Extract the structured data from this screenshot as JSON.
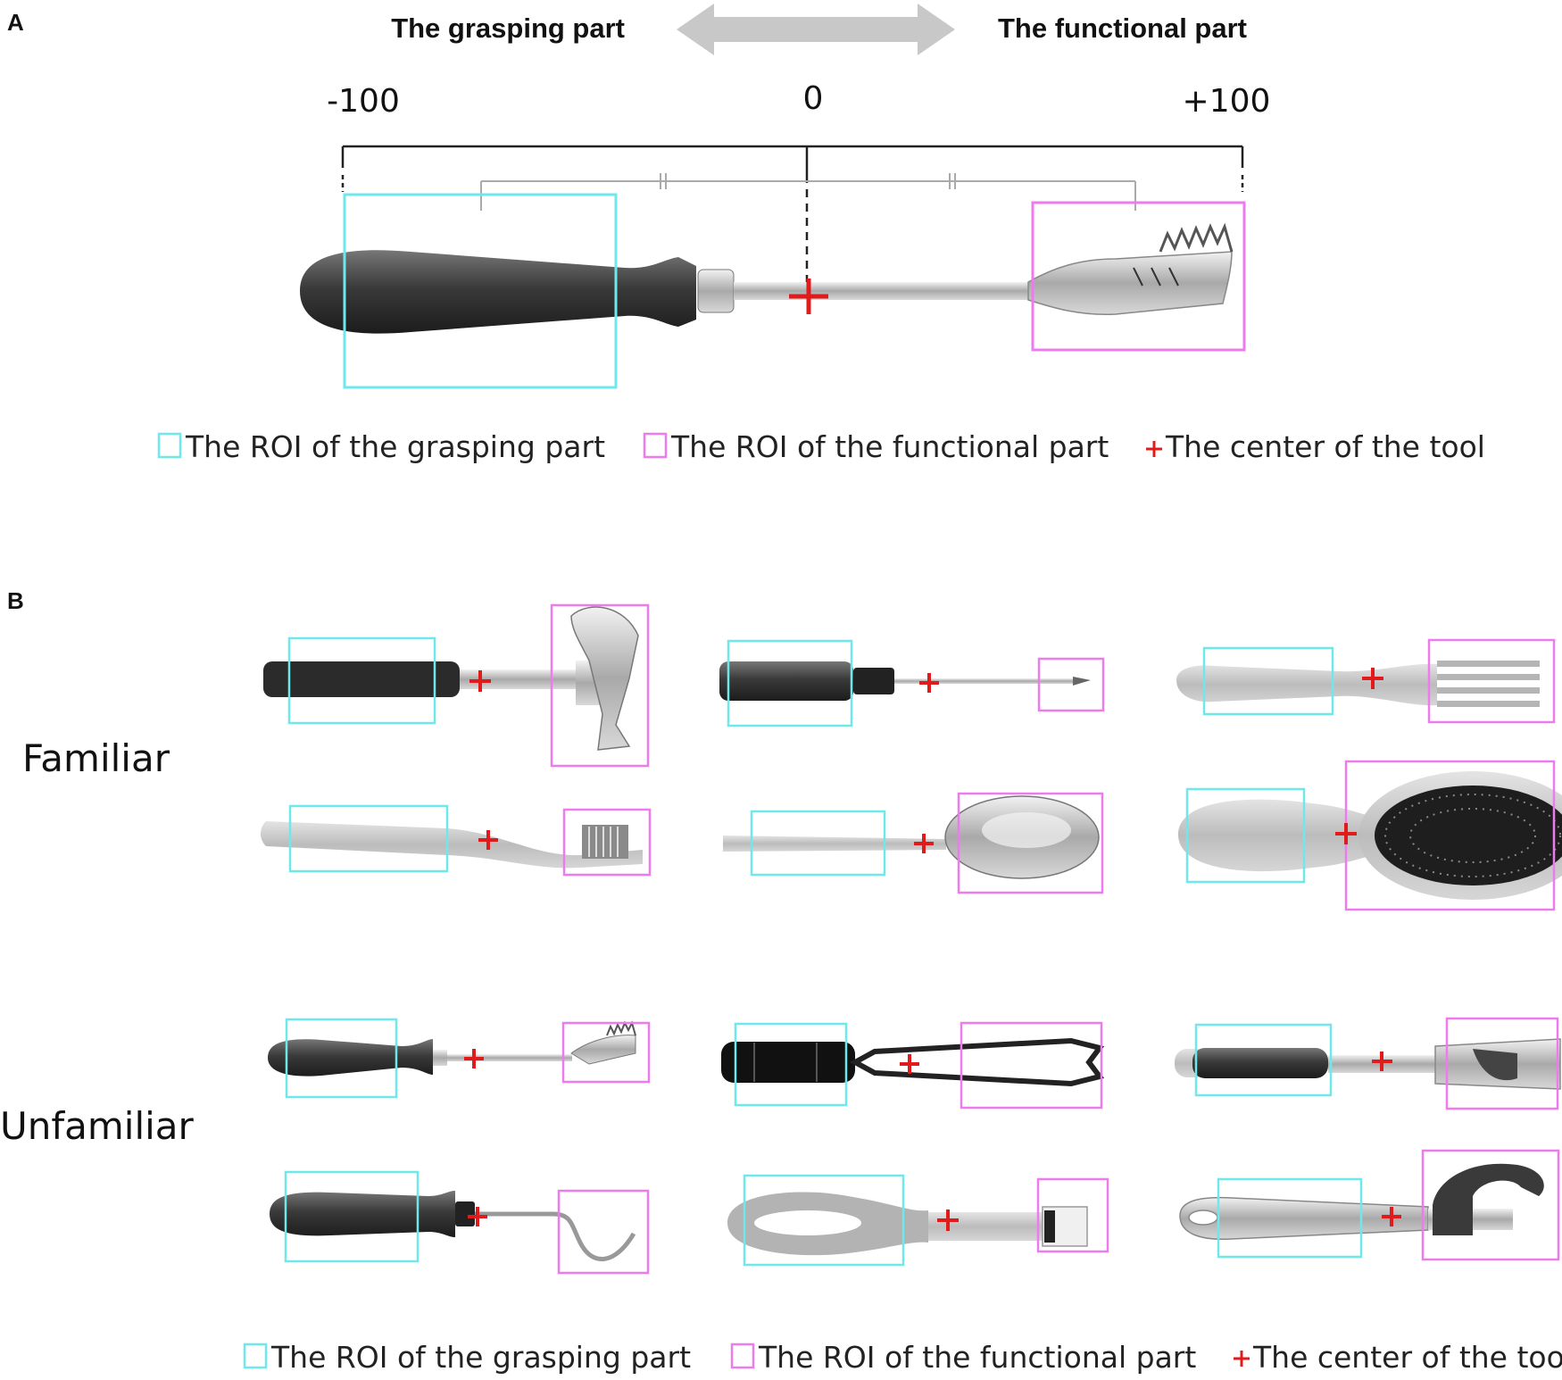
{
  "panelA": {
    "letter": "A",
    "left_header": "The grasping part",
    "right_header": "The functional part",
    "scale": {
      "min": "-100",
      "center": "0",
      "max": "+100"
    }
  },
  "panelB": {
    "letter": "B",
    "row_familiar": "Familiar",
    "row_unfamiliar": "Unfamiliar"
  },
  "legend": {
    "grasp": "The ROI of the grasping part",
    "func": "The ROI of the functional part",
    "center": "The center of the tool"
  },
  "colors": {
    "grasp_roi": "#6fe8ec",
    "func_roi": "#ee7bee",
    "center": "#e01b1b",
    "arrow": "#c8c8c8"
  },
  "tools": {
    "familiar": [
      "hammer",
      "screwdriver",
      "fork",
      "toothbrush",
      "spoon",
      "hairbrush"
    ],
    "unfamiliar": [
      "serrated-scoop",
      "tongs",
      "zester",
      "hook-pick",
      "loop-brush",
      "hook-wrench"
    ]
  }
}
